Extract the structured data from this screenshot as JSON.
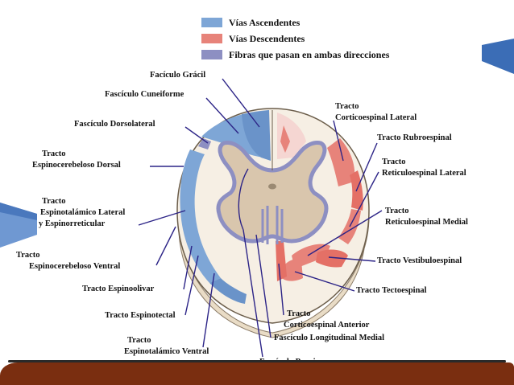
{
  "legend": [
    {
      "label": "Vías Ascendentes",
      "color": "#7ea6d6"
    },
    {
      "label": "Vías Descendentes",
      "color": "#e7837a"
    },
    {
      "label": "Fibras que pasan en ambas direcciones",
      "color": "#8d8fc2"
    }
  ],
  "labels": {
    "fasciculo_gracil": "Facículo Grácil",
    "fasciculo_cuneiforme": "Fascículo Cuneiforme",
    "fasciculo_dorsolateral": "Fascículo Dorsolateral",
    "espinocerebeloso_dorsal_1": "Tracto",
    "espinocerebeloso_dorsal_2": "Espinocerebeloso Dorsal",
    "espinotalamico_lateral_1": "Tracto",
    "espinotalamico_lateral_2": "Espinotalámico Lateral",
    "espinotalamico_lateral_3": "y Espinorreticular",
    "espinocerebeloso_ventral_1": "Tracto",
    "espinocerebeloso_ventral_2": "Espinocerebeloso Ventral",
    "espinoolivar": "Tracto Espinoolivar",
    "espinotectal": "Tracto Espinotectal",
    "espinotalamico_ventral_1": "Tracto",
    "espinotalamico_ventral_2": "Espinotalámico Ventral",
    "fasciculo_propios": "Fascículo Propios",
    "longitudinal_medial": "Fascículo Longitudinal Medial",
    "corticoespinal_anterior_1": "Tracto",
    "corticoespinal_anterior_2": "Corticoespinal Anterior",
    "tectoespinal": "Tracto Tectoespinal",
    "vestibuloespinal": "Tracto Vestibuloespinal",
    "reticuloespinal_medial_1": "Tracto",
    "reticuloespinal_medial_2": "Reticuloespinal Medial",
    "reticuloespinal_lateral_1": "Tracto",
    "reticuloespinal_lateral_2": "Reticuloespinal Lateral",
    "rubroespinal": "Tracto Rubroespinal",
    "corticoespinal_lateral_1": "Tracto",
    "corticoespinal_lateral_2": "Corticoespinal Lateral"
  },
  "colors": {
    "white_matter": "#f6efe4",
    "gray_matter": "#d9c6ad",
    "ascending": "#7ea6d6",
    "descending": "#e7837a",
    "both": "#8d8fc2",
    "leader": "#2c2487",
    "accent_blue": "#3b6db6",
    "band": "#7a2e10"
  }
}
